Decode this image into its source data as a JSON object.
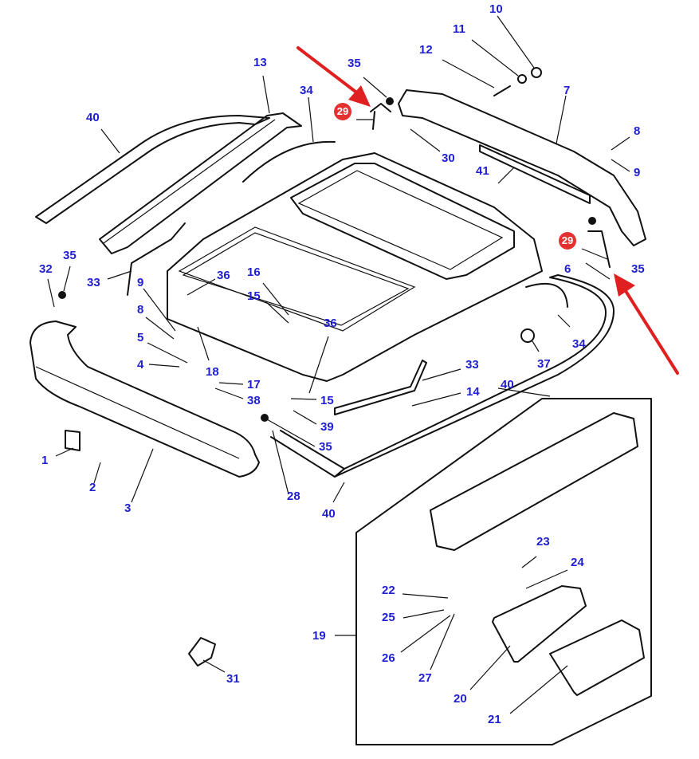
{
  "diagram": {
    "type": "exploded-parts-diagram",
    "subject": "cab roof assembly",
    "label_color": "#1f1fd0",
    "highlight_color": "#e53030",
    "labels": [
      {
        "id": "l10",
        "text": "10"
      },
      {
        "id": "l11",
        "text": "11"
      },
      {
        "id": "l12",
        "text": "12"
      },
      {
        "id": "l13",
        "text": "13"
      },
      {
        "id": "l35a",
        "text": "35"
      },
      {
        "id": "l34a",
        "text": "34"
      },
      {
        "id": "l7",
        "text": "7"
      },
      {
        "id": "l40a",
        "text": "40"
      },
      {
        "id": "l30",
        "text": "30"
      },
      {
        "id": "l8a",
        "text": "8"
      },
      {
        "id": "l9a",
        "text": "9"
      },
      {
        "id": "l41",
        "text": "41"
      },
      {
        "id": "l32",
        "text": "32"
      },
      {
        "id": "l35b",
        "text": "35"
      },
      {
        "id": "l33a",
        "text": "33"
      },
      {
        "id": "l9b",
        "text": "9"
      },
      {
        "id": "l36a",
        "text": "36"
      },
      {
        "id": "l16",
        "text": "16"
      },
      {
        "id": "l15a",
        "text": "15"
      },
      {
        "id": "l35c",
        "text": "35"
      },
      {
        "id": "l6",
        "text": "6"
      },
      {
        "id": "l8b",
        "text": "8"
      },
      {
        "id": "l5",
        "text": "5"
      },
      {
        "id": "l36b",
        "text": "36"
      },
      {
        "id": "l34b",
        "text": "34"
      },
      {
        "id": "l4",
        "text": "4"
      },
      {
        "id": "l18",
        "text": "18"
      },
      {
        "id": "l37",
        "text": "37"
      },
      {
        "id": "l33b",
        "text": "33"
      },
      {
        "id": "l17",
        "text": "17"
      },
      {
        "id": "l38",
        "text": "38"
      },
      {
        "id": "l15b",
        "text": "15"
      },
      {
        "id": "l40b",
        "text": "40"
      },
      {
        "id": "l14",
        "text": "14"
      },
      {
        "id": "l39",
        "text": "39"
      },
      {
        "id": "l1",
        "text": "1"
      },
      {
        "id": "l35d",
        "text": "35"
      },
      {
        "id": "l2",
        "text": "2"
      },
      {
        "id": "l3",
        "text": "3"
      },
      {
        "id": "l28",
        "text": "28"
      },
      {
        "id": "l40c",
        "text": "40"
      },
      {
        "id": "l23",
        "text": "23"
      },
      {
        "id": "l24",
        "text": "24"
      },
      {
        "id": "l22",
        "text": "22"
      },
      {
        "id": "l25",
        "text": "25"
      },
      {
        "id": "l19",
        "text": "19"
      },
      {
        "id": "l26",
        "text": "26"
      },
      {
        "id": "l27",
        "text": "27"
      },
      {
        "id": "l31",
        "text": "31"
      },
      {
        "id": "l20",
        "text": "20"
      },
      {
        "id": "l21",
        "text": "21"
      }
    ],
    "highlighted_parts": [
      {
        "id": "m29a",
        "text": "29"
      },
      {
        "id": "m29b",
        "text": "29"
      }
    ]
  }
}
